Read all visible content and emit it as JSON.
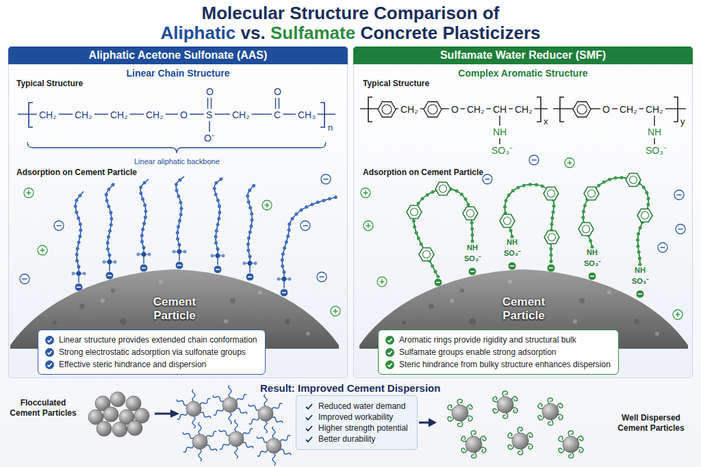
{
  "diagram": {
    "title": "Molecular Structure Comparison of Aliphatic vs. Sulfamate Concrete Plasticizers",
    "nodes": [
      {
        "text": [
          "Aliphatic Acetone Sulfonate (AAS)",
          "Linear Chain Structure"
        ]
      },
      {
        "text": [
          "Cement Particle"
        ],
        "in": 0
      },
      {
        "text": [
          "Linear structure provides extended chain conformation",
          "Strong electrostatic adsorption via sulfonate groups",
          "Effective steric hindrance and dispersion"
        ],
        "in": 0
      },
      {
        "text": [
          "Sulfamate Water Reducer (SMF)",
          "Complex Aromatic Structure"
        ]
      },
      {
        "text": [
          "Cement Particle"
        ],
        "in": 3
      },
      {
        "text": [
          "Aromatic rings provide rigidity and structural bulk",
          "Sulfamate groups enable strong adsorption",
          "Steric hindrance from bulky structure enhances dispersion"
        ],
        "in": 3
      },
      {
        "text": [
          "Flocculated Cement Particles"
        ]
      },
      {
        "text": [
          "Reduced water demand",
          "Improved workability",
          "Higher strength potential",
          "Better durability"
        ]
      },
      {
        "text": [
          "Well Dispersed Cement Particles"
        ]
      }
    ],
    "edges": [
      {
        "from": 7,
        "to": 8,
        "arrow": "to"
      }
    ],
    "labels": [
      "Typical Structure",
      "CH₂",
      "CH₂",
      "CH₂",
      "CH₂",
      "O",
      "S",
      "O",
      "O⁻",
      "CH₂",
      "C",
      "O",
      "CH₃",
      "n",
      "Linear aliphatic backbone",
      "Adsorption on Cement Particle",
      "Typical Structure",
      "CH₂",
      "O",
      "CH₂",
      "CH",
      "CH₂",
      "NH",
      "SO₃⁻",
      "x",
      "O",
      "CH₂",
      "CH₂",
      "NH",
      "SO₃⁻",
      "y",
      "Adsorption on Cement Particle",
      "NH",
      "SO₃⁻",
      "NH",
      "SO₃⁻",
      "NH",
      "SO₃⁻",
      "NH",
      "SO₃⁻",
      "Result: Improved Cement Dispersion"
    ]
  }
}
